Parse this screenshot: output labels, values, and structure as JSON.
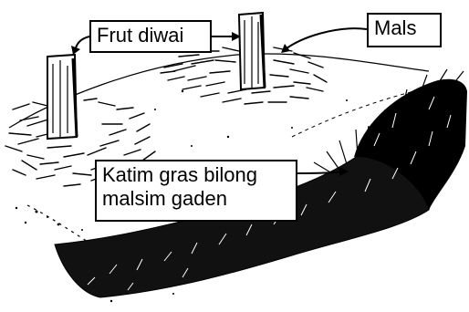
{
  "labels": {
    "fruit_tree": "Frut diwai",
    "mulch": "Mals",
    "cut_grass_line1": "Katim gras bilong",
    "cut_grass_line2": "malsim gaden"
  }
}
